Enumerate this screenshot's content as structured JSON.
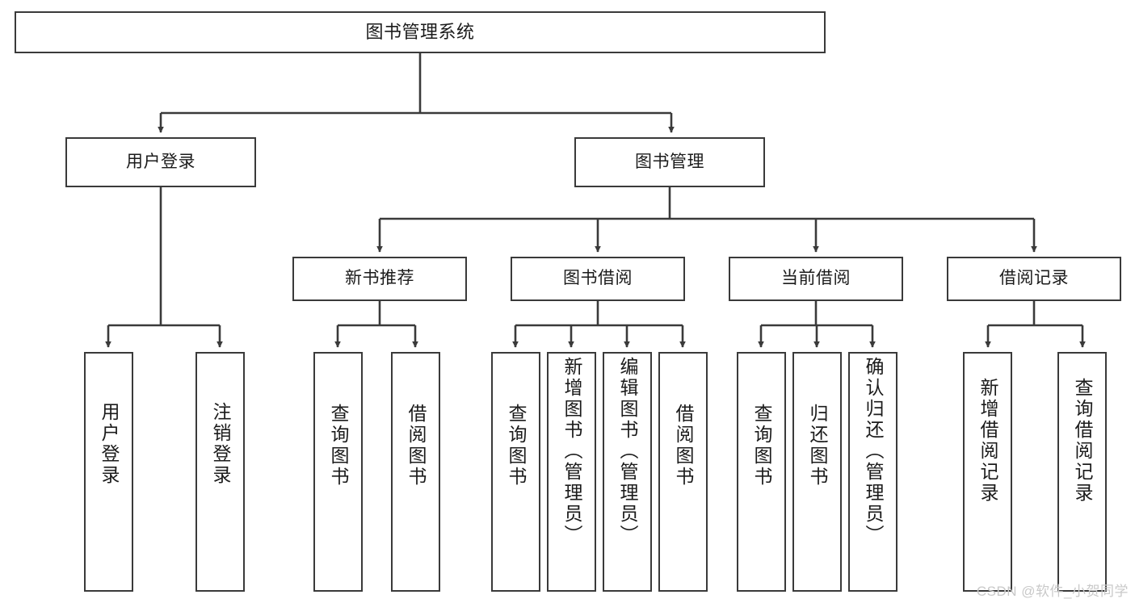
{
  "diagram": {
    "title": "图书管理系统",
    "watermark": "CSDN @软件_小贺同学",
    "line_color": "#3a3a3a",
    "box_fill": "#ffffff",
    "text_color": "#1b1b1b",
    "root": {
      "label": "图书管理系统"
    },
    "level2": [
      {
        "label": "用户登录"
      },
      {
        "label": "图书管理"
      }
    ],
    "level3": [
      {
        "label": "新书推荐"
      },
      {
        "label": "图书借阅"
      },
      {
        "label": "当前借阅"
      },
      {
        "label": "借阅记录"
      }
    ],
    "leaves": [
      {
        "label": "用户登录"
      },
      {
        "label": "注销登录"
      },
      {
        "label": "查询图书"
      },
      {
        "label": "借阅图书"
      },
      {
        "label": "查询图书"
      },
      {
        "label": "新增图书（管理员）"
      },
      {
        "label": "编辑图书（管理员）"
      },
      {
        "label": "借阅图书"
      },
      {
        "label": "查询图书"
      },
      {
        "label": "归还图书"
      },
      {
        "label": "确认归还（管理员）"
      },
      {
        "label": "新增借阅记录"
      },
      {
        "label": "查询借阅记录"
      }
    ]
  }
}
